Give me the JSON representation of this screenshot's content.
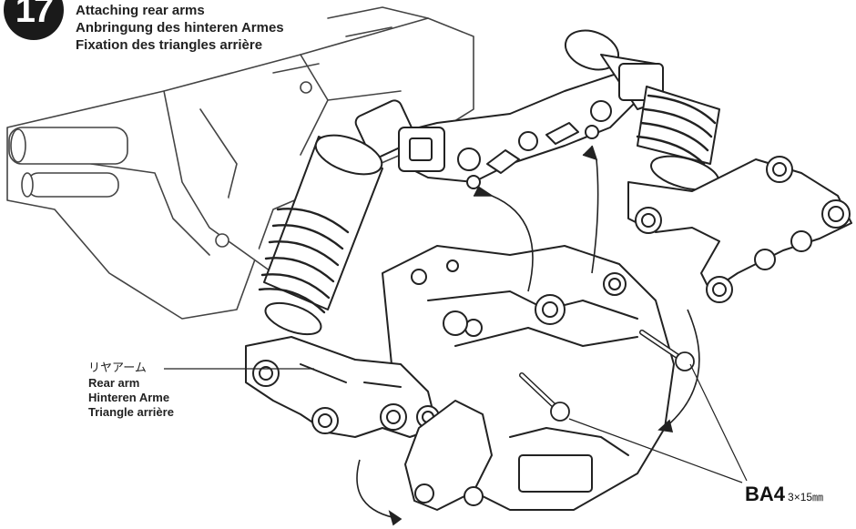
{
  "step": {
    "number": "17",
    "titles": [
      "Attaching rear arms",
      "Anbringung des hinteren Armes",
      "Fixation des triangles arrière"
    ]
  },
  "part_label": {
    "japanese": "リヤアーム",
    "english": "Rear arm",
    "german": "Hinteren Arme",
    "french": "Triangle arrière"
  },
  "screw_label": {
    "code": "BA4",
    "size": "3×15㎜"
  }
}
